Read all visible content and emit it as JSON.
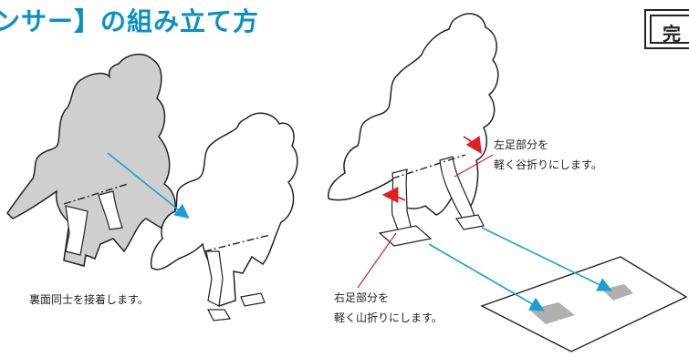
{
  "header": {
    "title": "ンサー】の組み立て方",
    "badge": "完"
  },
  "annotations": {
    "glue": "裏面同士を接着します。",
    "left_foot_line1": "左足部分を",
    "left_foot_line2": "軽く谷折りにします。",
    "right_foot_line1": "右足部分を",
    "right_foot_line2": "軽く山折りにします。"
  },
  "colors": {
    "title": "#0a8fc4",
    "arrow_blue": "#1a9fd0",
    "arrow_red": "#e02020",
    "backside_fill": "#cfcfcf",
    "foot_mark": "#b0b0b0"
  }
}
